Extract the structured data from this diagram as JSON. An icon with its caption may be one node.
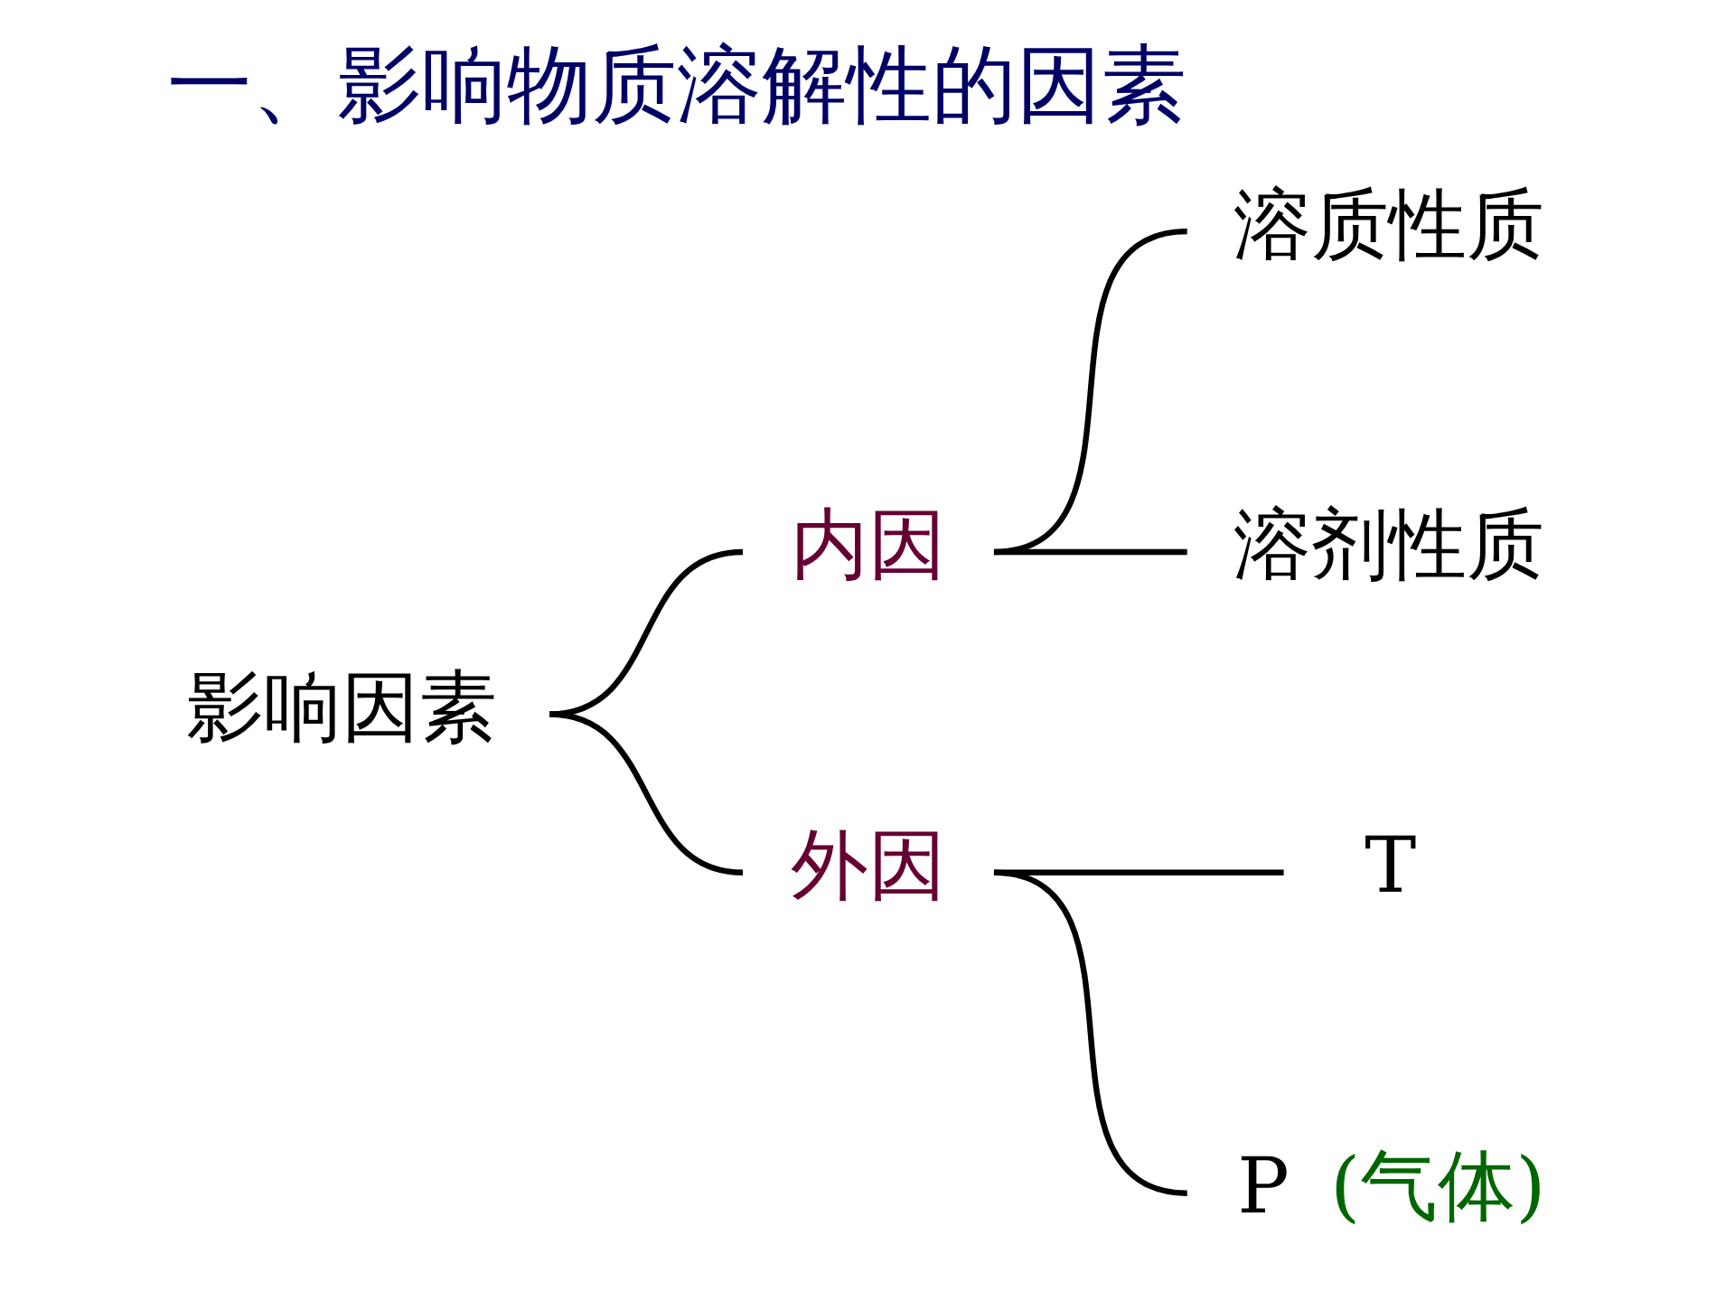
{
  "diagram": {
    "title": "一、影响物质溶解性的因素",
    "nodes": [
      {
        "text": [
          "影响因素"
        ]
      },
      {
        "text": [
          "内因"
        ]
      },
      {
        "text": [
          "溶质性质"
        ]
      },
      {
        "text": [
          "溶剂性质"
        ]
      },
      {
        "text": [
          "外因"
        ]
      },
      {
        "text": [
          "T"
        ]
      },
      {
        "text": [
          "P"
        ],
        "beside": [
          "(气体)"
        ]
      }
    ],
    "edges": [
      {
        "from": 0,
        "to": 1,
        "arrow": "none"
      },
      {
        "from": 0,
        "to": 4,
        "arrow": "none"
      },
      {
        "from": 1,
        "to": 2,
        "arrow": "none"
      },
      {
        "from": 1,
        "to": 3,
        "arrow": "none"
      },
      {
        "from": 4,
        "to": 5,
        "arrow": "none"
      },
      {
        "from": 4,
        "to": 6,
        "arrow": "none"
      }
    ]
  }
}
